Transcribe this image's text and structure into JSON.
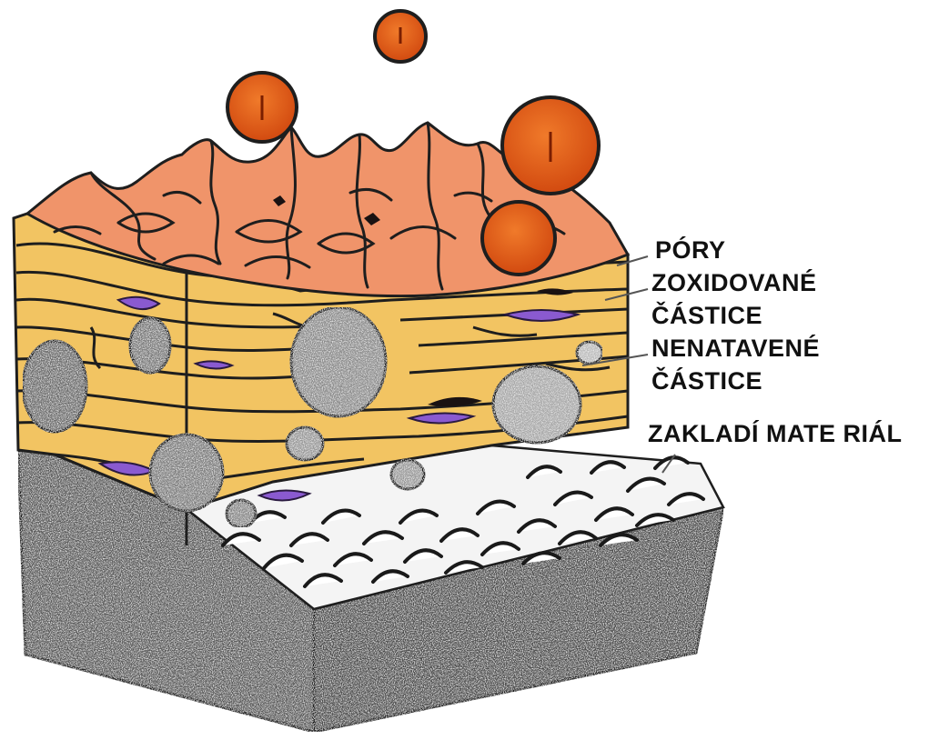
{
  "labels": {
    "pores": "PÓRY",
    "oxidized_line1": "ZOXIDOVANÉ",
    "oxidized_line2": "ČÁSTICE",
    "unmelted_line1": "NENATAVENÉ",
    "unmelted_line2": "ČÁSTICE",
    "substrate": "ZAKLADÍ MATE RIÁL"
  },
  "colors": {
    "molten_splat": "#f0946a",
    "lamella": "#f2c462",
    "oxide": "#8a5ad0",
    "unmelted_particle": "#8d8d8d",
    "droplet": "#e25d17",
    "substrate": "#555555",
    "interface_bumps": "#f4f4f4",
    "outline": "#1e1e1e"
  }
}
